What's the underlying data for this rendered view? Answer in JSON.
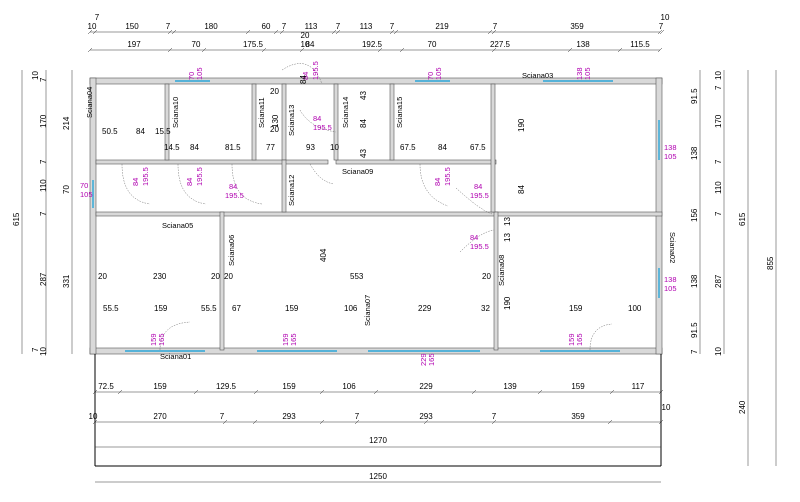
{
  "colors": {
    "wall": "#d9d9d9",
    "window": "#2aa6d8",
    "dimension": "#000000",
    "opening_label": "#b000b0"
  },
  "dims_top_row1": [
    "10",
    "150",
    "7",
    "180",
    "60",
    "7",
    "113",
    "7",
    "113",
    "7",
    "219",
    "7",
    "359",
    "7",
    "10"
  ],
  "dims_top_row1_extra": [
    "7",
    "20",
    "10"
  ],
  "dims_top_row2": [
    "197",
    "70",
    "175.5",
    "84",
    "192.5",
    "70",
    "227.5",
    "138",
    "115.5"
  ],
  "dims_bottom_row1": [
    "72.5",
    "159",
    "129.5",
    "159",
    "106",
    "229",
    "139",
    "159",
    "117"
  ],
  "dims_bottom_row2": [
    "10",
    "270",
    "7",
    "293",
    "7",
    "293",
    "7",
    "359",
    "10"
  ],
  "dims_bottom_total1": "1270",
  "dims_bottom_total2": "1250",
  "dims_left_outer": [
    "10",
    "7",
    "170",
    "7",
    "110",
    "7",
    "287",
    "7",
    "10"
  ],
  "dims_left_inner": [
    "214",
    "70",
    "331"
  ],
  "dims_left_total": "615",
  "dims_right_inner": [
    "91.5",
    "170",
    "138",
    "110",
    "156",
    "287",
    "138",
    "91.5",
    "7",
    "10",
    "7",
    "7",
    "7",
    "10"
  ],
  "dims_right_total1": "615",
  "dims_right_total2": "855",
  "dims_right_terrace": "240",
  "interior_dims": [
    "50.5",
    "84",
    "15.5",
    "14.5",
    "84",
    "81.5",
    "77",
    "93",
    "10",
    "67.5",
    "84",
    "67.5",
    "190",
    "84",
    "13",
    "20",
    "230",
    "20",
    "20",
    "553",
    "20",
    "55.5",
    "159",
    "55.5",
    "67",
    "159",
    "106",
    "229",
    "32",
    "190",
    "159",
    "100",
    "404",
    "130",
    "20",
    "20",
    "43",
    "43",
    "84",
    "84",
    "13"
  ],
  "wall_labels": [
    "Sciana01",
    "Sciana02",
    "Sciana03",
    "Sciana04",
    "Sciana05",
    "Sciana06",
    "Sciana07",
    "Sciana08",
    "Sciana09",
    "Sciana10",
    "Sciana11",
    "Sciana12",
    "Sciana13",
    "Sciana14",
    "Sciana15"
  ],
  "openings": [
    {
      "w": "70",
      "h": "105"
    },
    {
      "w": "84",
      "h": "195.5"
    },
    {
      "w": "70",
      "h": "105"
    },
    {
      "w": "138",
      "h": "105"
    },
    {
      "w": "84",
      "h": "195.5"
    },
    {
      "w": "70",
      "h": "105"
    },
    {
      "w": "84",
      "h": "195.5"
    },
    {
      "w": "84",
      "h": "195.5"
    },
    {
      "w": "84",
      "h": "195.5"
    },
    {
      "w": "84",
      "h": "195.5"
    },
    {
      "w": "84",
      "h": "195.5"
    },
    {
      "w": "138",
      "h": "105"
    },
    {
      "w": "84",
      "h": "195.5"
    },
    {
      "w": "138",
      "h": "105"
    },
    {
      "w": "159",
      "h": "165"
    },
    {
      "w": "159",
      "h": "165"
    },
    {
      "w": "229",
      "h": "165"
    },
    {
      "w": "159",
      "h": "165"
    }
  ]
}
